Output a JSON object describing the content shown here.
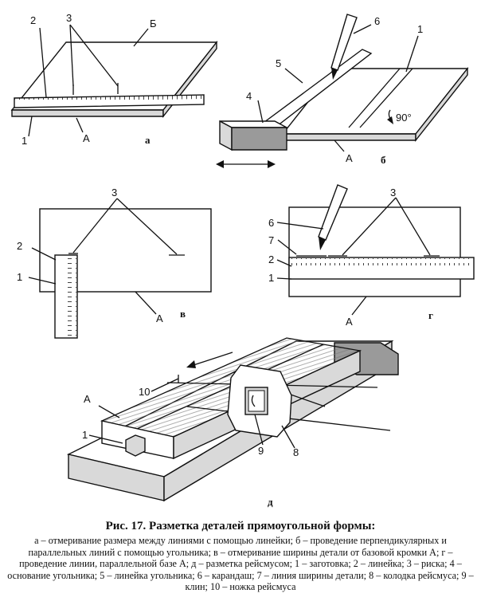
{
  "figure": {
    "panels": {
      "a": {
        "sub": "а",
        "labels": {
          "l1": "1",
          "l2": "2",
          "l3": "3",
          "lA": "А",
          "lB": "Б"
        }
      },
      "b": {
        "sub": "б",
        "labels": {
          "l1": "1",
          "l4": "4",
          "l5": "5",
          "l6": "6",
          "lA": "А",
          "angle": "90°"
        }
      },
      "v": {
        "sub": "в",
        "labels": {
          "l1": "1",
          "l2": "2",
          "l3": "3",
          "lA": "А"
        }
      },
      "g": {
        "sub": "г",
        "labels": {
          "l1": "1",
          "l2": "2",
          "l3": "3",
          "l6": "6",
          "l7": "7",
          "lA": "А"
        }
      },
      "d": {
        "sub": "д",
        "labels": {
          "l1": "1",
          "l8": "8",
          "l9": "9",
          "l10": "10",
          "lA": "А"
        }
      }
    }
  },
  "caption": {
    "title": "Рис. 17. Разметка деталей прямоугольной формы:",
    "text": "а – отмеривание размера между линиями с помощью линейки; б – проведение перпендикулярных и параллельных линий с помощью угольника; в – отмеривание ширины детали от базовой кромки А; г – проведение линии, параллельной базе А; д – разметка рейсмусом; 1 – заготовка; 2 – линейка; 3 – риска; 4 – основание угольника; 5 – линейка угольника; 6 – карандаш; 7 – линия ширины детали; 8 – колодка рейсмуса; 9 – клин; 10 – ножка рейсмуса"
  }
}
